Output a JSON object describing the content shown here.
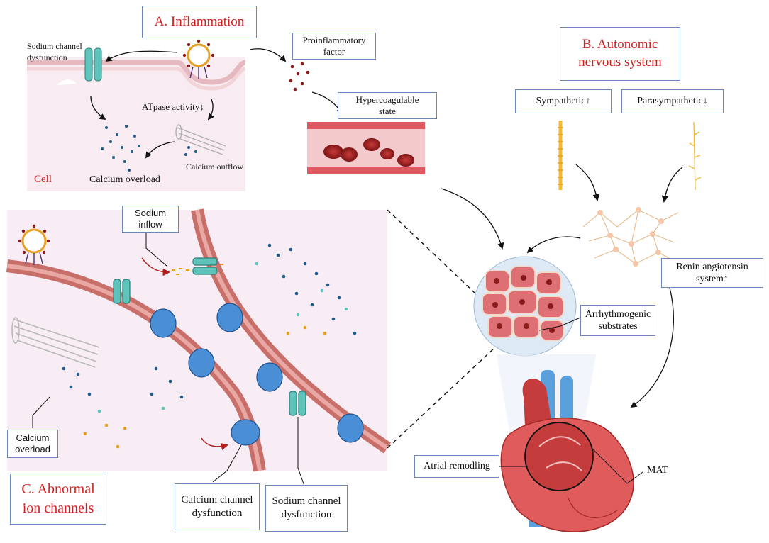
{
  "inflammation": {
    "title": "A. Inflammation",
    "sodium_channel_dysfunction_line1": "Sodium channel",
    "sodium_channel_dysfunction_line2": "dysfunction",
    "atpase": "ATpase activity↓",
    "calcium_overload": "Calcium overload",
    "calcium_outflow": "Calcium outflow",
    "cell": "Cell",
    "proinflammatory_line1": "Proinflammatory",
    "proinflammatory_line2": "factor",
    "hypercoagulable_line1": "Hypercoagulable",
    "hypercoagulable_line2": "state"
  },
  "autonomic": {
    "title_line1": "B. Autonomic",
    "title_line2": "nervous system",
    "sympathetic": "Sympathetic↑",
    "parasympathetic": "Parasympathetic↓",
    "renin_line1": "Renin angiotensin",
    "renin_line2": "system↑"
  },
  "ion_channels": {
    "title_line1": "C. Abnormal",
    "title_line2": "ion channels",
    "sodium_inflow_line1": "Sodium",
    "sodium_inflow_line2": "inflow",
    "calcium_overload_line1": "Calcium",
    "calcium_overload_line2": "overload",
    "calcium_channel_line1": "Calcium channel",
    "calcium_channel_line2": "dysfunction",
    "sodium_channel_line1": "Sodium channel",
    "sodium_channel_line2": "dysfunction"
  },
  "heart": {
    "arrhythmogenic_line1": "Arrhythmogenic",
    "arrhythmogenic_line2": "substrates",
    "atrial_remodling": "Atrial remodling",
    "mat": "MAT"
  },
  "colors": {
    "title_red": "#d21f1f",
    "box_border": "#6b86b8",
    "membrane": "#c0504d",
    "calcium_channel": "#4a8fd6",
    "sodium_channel": "#5ec4bb",
    "nerve": "#f2b632"
  }
}
